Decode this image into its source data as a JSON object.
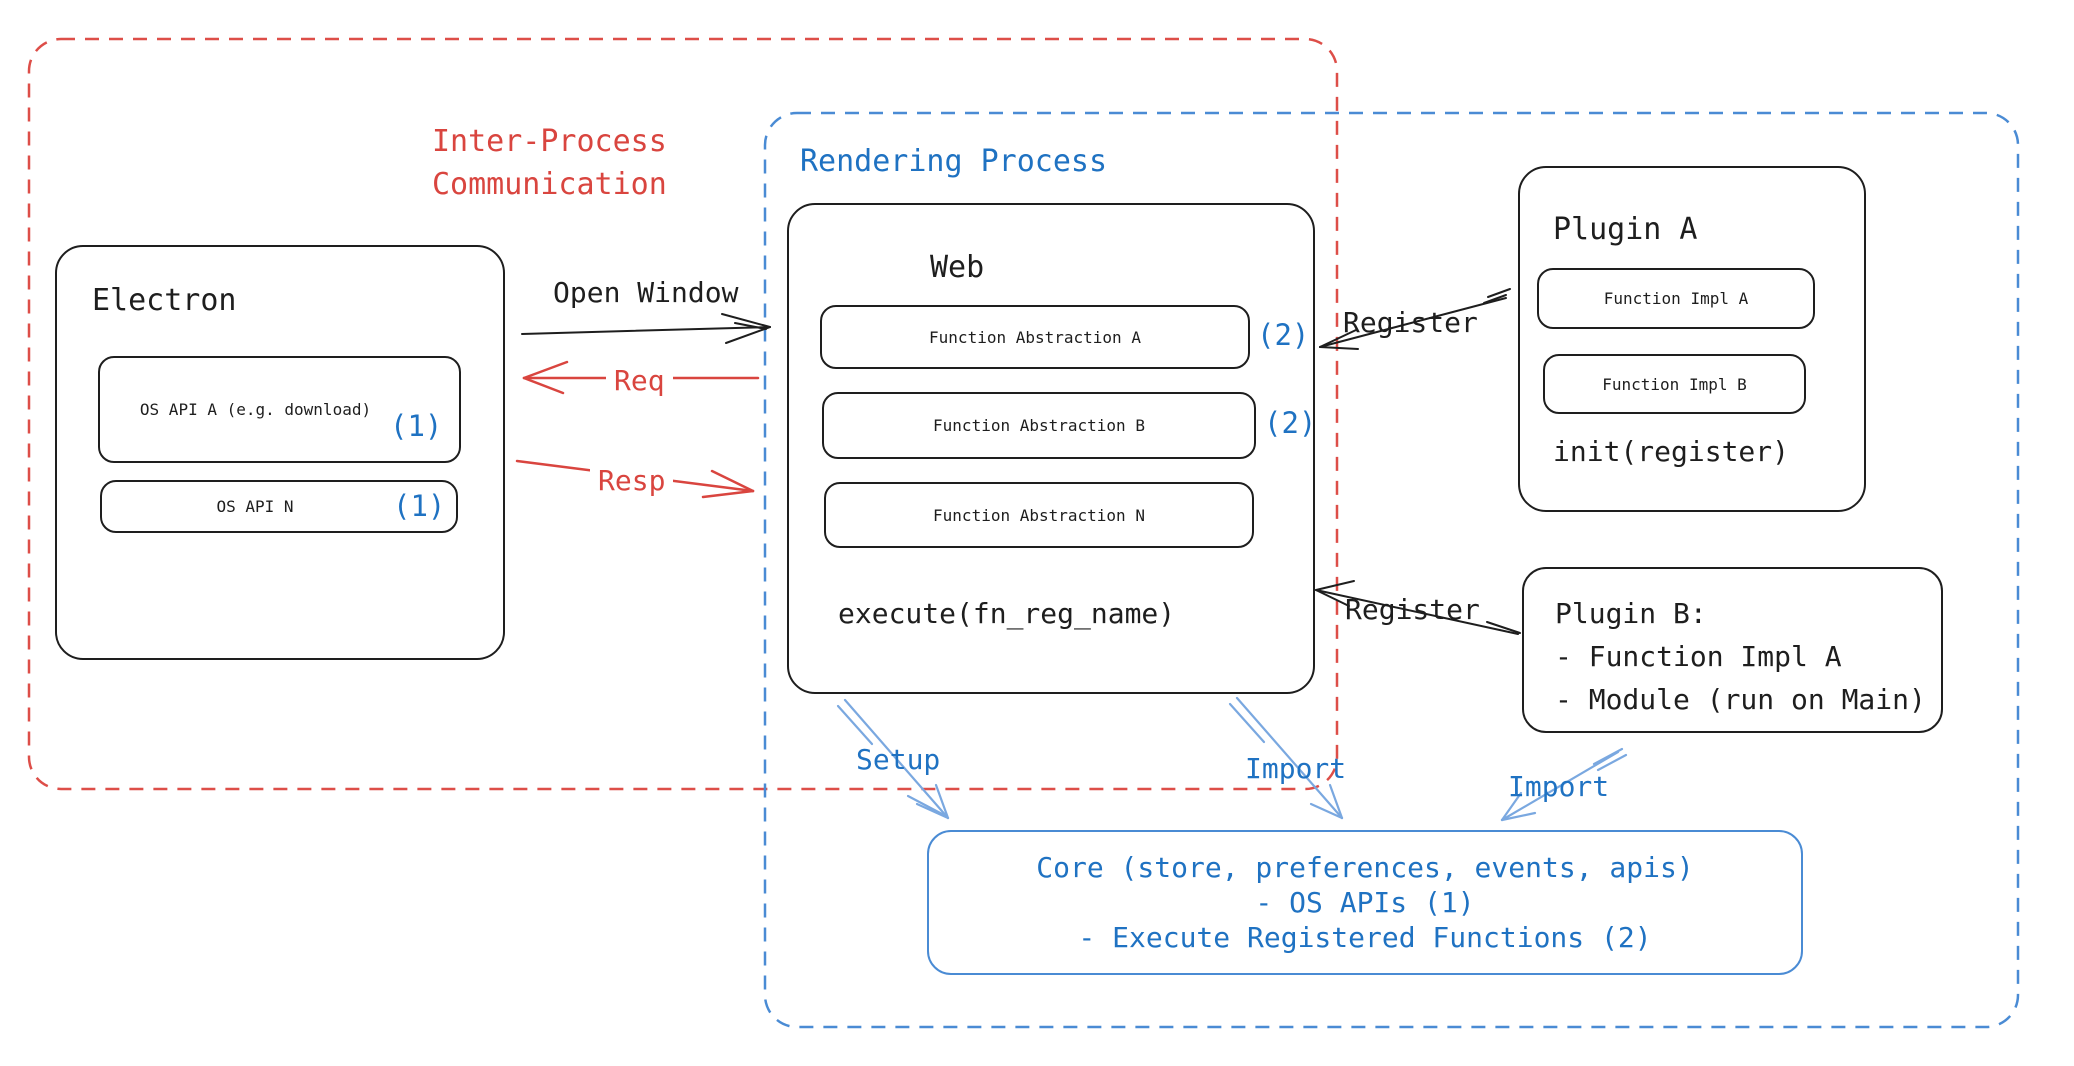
{
  "colors": {
    "ink": "#1e1e1e",
    "red": "#d9453f",
    "blue_text": "#1f72c2",
    "blue_dash": "#4a8bd4",
    "blue_arrow": "#7aa8e0"
  },
  "groups": {
    "ipc": {
      "label": "Inter-Process\nCommunication"
    },
    "rendering": {
      "label": "Rendering Process"
    }
  },
  "electron": {
    "title": "Electron",
    "os_api_a_label": "OS API A (e.g.\ndownload)",
    "os_api_a_badge": "(1)",
    "os_api_n_label": "OS API N",
    "os_api_n_badge": "(1)"
  },
  "web": {
    "title": "Web",
    "fn_a_label": "Function Abstraction A",
    "fn_a_badge": "(2)",
    "fn_b_label": "Function Abstraction B",
    "fn_b_badge": "(2)",
    "fn_n_label": "Function Abstraction N",
    "execute_label": "execute(fn_reg_name)"
  },
  "plugin_a": {
    "title": "Plugin A",
    "impl_a": "Function Impl A",
    "impl_b": "Function Impl B",
    "init": "init(register)"
  },
  "plugin_b": {
    "title": "Plugin B:",
    "item_1": "- Function Impl A",
    "item_2": "- Module (run on Main)"
  },
  "core": {
    "line_1": "Core (store, preferences, events, apis)",
    "line_2": "- OS APIs (1)",
    "line_3": "- Execute Registered Functions (2)"
  },
  "arrows": {
    "open_window": "Open Window",
    "req": "Req",
    "resp": "Resp",
    "register_top": "Register",
    "register_bottom": "Register",
    "setup": "Setup",
    "import_web": "Import",
    "import_plugin_b": "Import"
  }
}
